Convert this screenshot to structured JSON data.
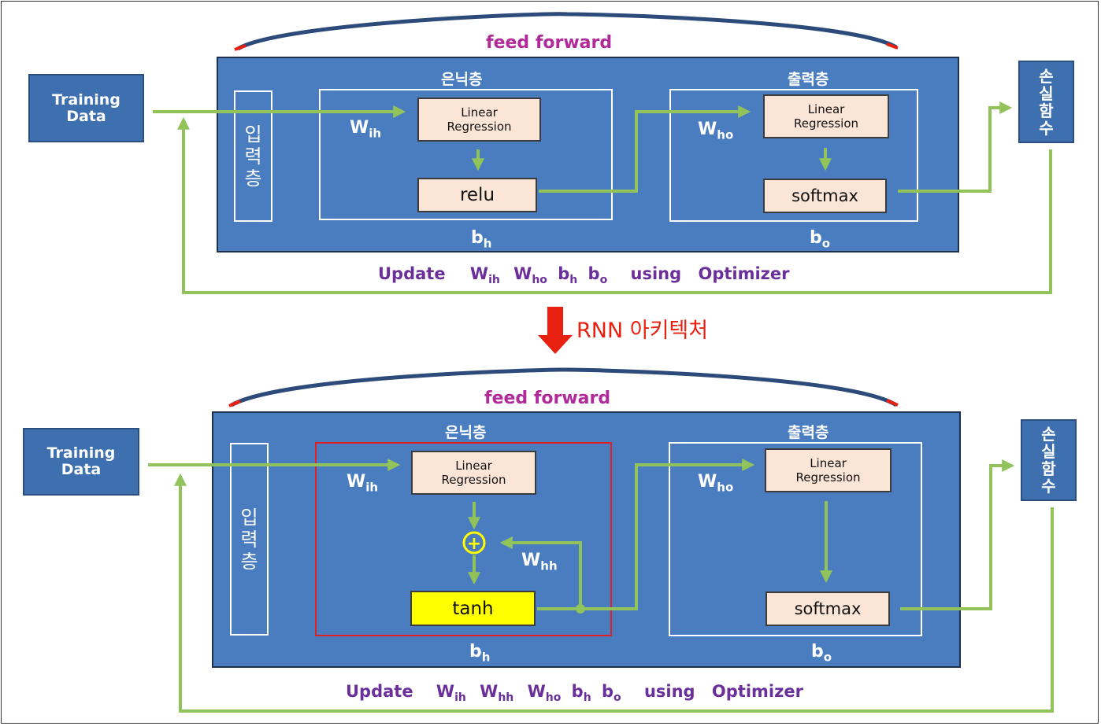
{
  "arch_label": "RNN 아키텍처",
  "top": {
    "arc_label": "feed forward",
    "training_data": [
      "Training",
      "Data"
    ],
    "input_layer": [
      "입",
      "력",
      "층"
    ],
    "hidden_title": "은닉층",
    "output_title": "출력층",
    "hidden_linear": [
      "Linear",
      "Regression"
    ],
    "hidden_act": "relu",
    "output_linear": [
      "Linear",
      "Regression"
    ],
    "output_act": "softmax",
    "w_ih": {
      "base": "W",
      "sub": "ih"
    },
    "w_ho": {
      "base": "W",
      "sub": "ho"
    },
    "b_h": {
      "base": "b",
      "sub": "h"
    },
    "b_o": {
      "base": "b",
      "sub": "o"
    },
    "loss": [
      "손",
      "실",
      "함",
      "수"
    ],
    "update": {
      "word": "Update",
      "params": [
        {
          "base": "W",
          "sub": "ih"
        },
        {
          "base": "W",
          "sub": "ho"
        },
        {
          "base": "b",
          "sub": "h"
        },
        {
          "base": "b",
          "sub": "o"
        }
      ],
      "using": "using",
      "optimizer": "Optimizer"
    }
  },
  "bottom": {
    "arc_label": "feed forward",
    "training_data": [
      "Training",
      "Data"
    ],
    "input_layer": [
      "입",
      "력",
      "층"
    ],
    "hidden_title": "은닉층",
    "output_title": "출력층",
    "hidden_linear": [
      "Linear",
      "Regression"
    ],
    "hidden_act": "tanh",
    "plus_symbol": "+",
    "output_linear": [
      "Linear",
      "Regression"
    ],
    "output_act": "softmax",
    "w_ih": {
      "base": "W",
      "sub": "ih"
    },
    "w_hh": {
      "base": "W",
      "sub": "hh"
    },
    "w_ho": {
      "base": "W",
      "sub": "ho"
    },
    "b_h": {
      "base": "b",
      "sub": "h"
    },
    "b_o": {
      "base": "b",
      "sub": "o"
    },
    "loss": [
      "손",
      "실",
      "함",
      "수"
    ],
    "update": {
      "word": "Update",
      "params": [
        {
          "base": "W",
          "sub": "ih"
        },
        {
          "base": "W",
          "sub": "hh"
        },
        {
          "base": "W",
          "sub": "ho"
        },
        {
          "base": "b",
          "sub": "h"
        },
        {
          "base": "b",
          "sub": "o"
        }
      ],
      "using": "using",
      "optimizer": "Optimizer"
    }
  },
  "colors": {
    "panel": "#4a7cc0",
    "arrow_green": "#92c35a",
    "arc": "#2c4a7a",
    "red_arrow": "#e82010",
    "purple_text": "#6a2f9a",
    "magenta_text": "#b02a9a",
    "peach": "#fbe5d6",
    "tanh_yellow": "#ffff00"
  }
}
